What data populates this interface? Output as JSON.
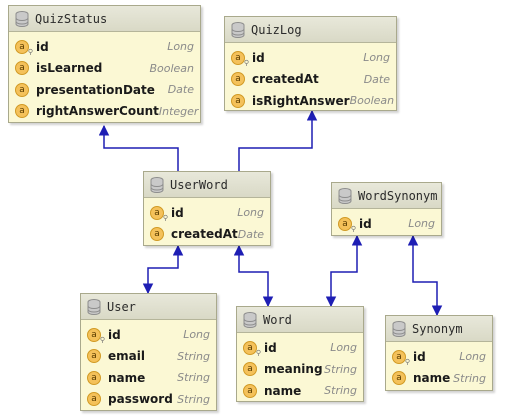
{
  "entities": {
    "quizstatus": {
      "title": "QuizStatus",
      "attributes": [
        {
          "name": "id",
          "type": "Long"
        },
        {
          "name": "isLearned",
          "type": "Boolean"
        },
        {
          "name": "presentationDate",
          "type": "Date"
        },
        {
          "name": "rightAnswerCount",
          "type": "Integer"
        }
      ]
    },
    "quizlog": {
      "title": "QuizLog",
      "attributes": [
        {
          "name": "id",
          "type": "Long"
        },
        {
          "name": "createdAt",
          "type": "Date"
        },
        {
          "name": "isRightAnswer",
          "type": "Boolean"
        }
      ]
    },
    "userword": {
      "title": "UserWord",
      "attributes": [
        {
          "name": "id",
          "type": "Long"
        },
        {
          "name": "createdAt",
          "type": "Date"
        }
      ]
    },
    "wordsynonym": {
      "title": "WordSynonym",
      "attributes": [
        {
          "name": "id",
          "type": "Long"
        }
      ]
    },
    "user": {
      "title": "User",
      "attributes": [
        {
          "name": "id",
          "type": "Long"
        },
        {
          "name": "email",
          "type": "String"
        },
        {
          "name": "name",
          "type": "String"
        },
        {
          "name": "password",
          "type": "String"
        }
      ]
    },
    "word": {
      "title": "Word",
      "attributes": [
        {
          "name": "id",
          "type": "Long"
        },
        {
          "name": "meaning",
          "type": "String"
        },
        {
          "name": "name",
          "type": "String"
        }
      ]
    },
    "synonym": {
      "title": "Synonym",
      "attributes": [
        {
          "name": "id",
          "type": "Long"
        },
        {
          "name": "name",
          "type": "String"
        }
      ]
    }
  },
  "colors": {
    "connector": "#1e1eb4",
    "entity_fill": "#fbf8d4",
    "header_fill": "#dcdccb",
    "attribute_icon": "#f4c15a"
  },
  "icons": {
    "entity": "database-table-icon",
    "attribute": "field-icon",
    "primary_key": "primary-key-icon"
  }
}
